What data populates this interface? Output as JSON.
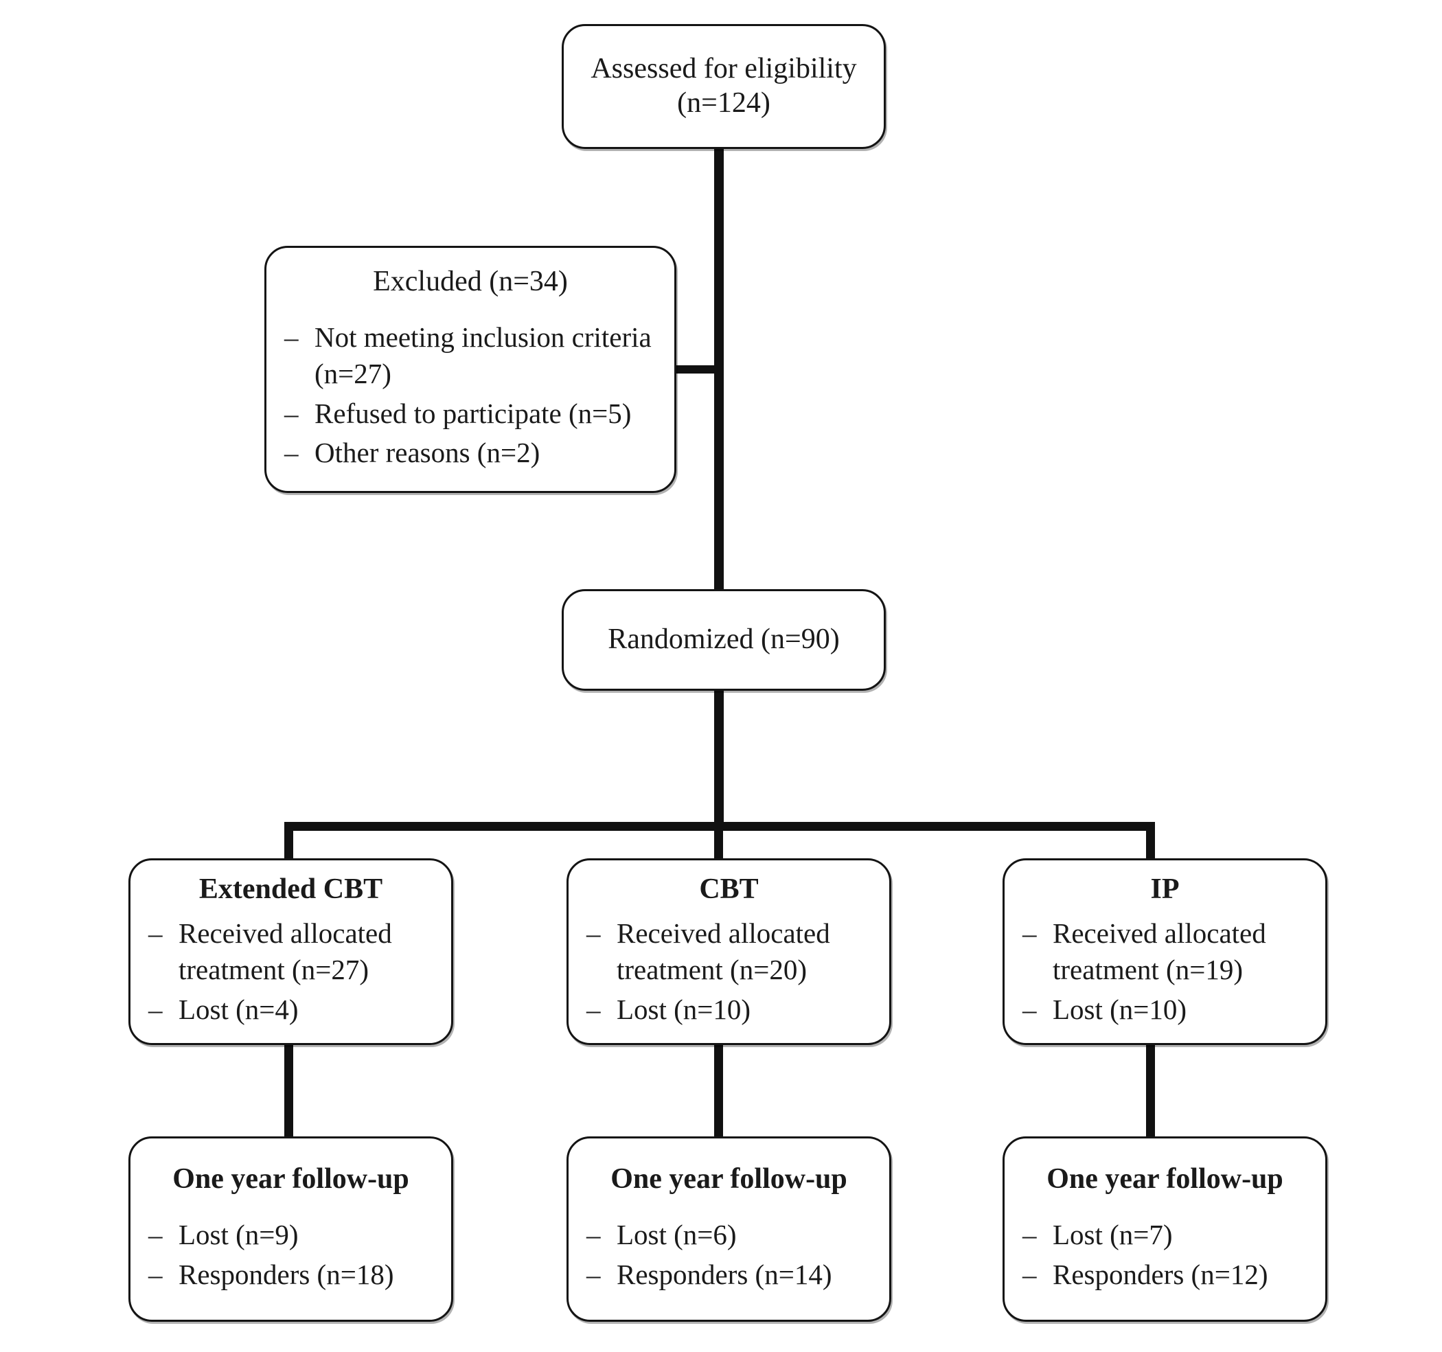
{
  "diagram": {
    "type": "consort-flow-diagram",
    "line_color": "#111111",
    "box_border_color": "#141414",
    "background_color": "#ffffff"
  },
  "nodes": {
    "assessed": {
      "title": "Assessed for eligibility\n(n=124)"
    },
    "excluded": {
      "title": "Excluded (n=34)",
      "items": [
        "Not meeting inclusion criteria (n=27)",
        "Refused to participate (n=5)",
        "Other reasons (n=2)"
      ]
    },
    "randomized": {
      "title": "Randomized (n=90)"
    }
  },
  "arms": [
    {
      "title": "Extended CBT",
      "items": [
        "Received allocated treatment (n=27)",
        "Lost (n=4)"
      ],
      "followup": {
        "title": "One year follow-up",
        "items": [
          "Lost (n=9)",
          "Responders (n=18)"
        ]
      }
    },
    {
      "title": "CBT",
      "items": [
        "Received allocated treatment (n=20)",
        "Lost (n=10)"
      ],
      "followup": {
        "title": "One year follow-up",
        "items": [
          "Lost (n=6)",
          "Responders (n=14)"
        ]
      }
    },
    {
      "title": "IP",
      "items": [
        "Received allocated treatment (n=19)",
        "Lost (n=10)"
      ],
      "followup": {
        "title": "One year follow-up",
        "items": [
          "Lost (n=7)",
          "Responders (n=12)"
        ]
      }
    }
  ],
  "bullet": "–",
  "chart_data": {
    "type": "diagram",
    "title": "CONSORT participant flow",
    "flow": [
      {
        "stage": "Assessed for eligibility",
        "n": 124
      },
      {
        "stage": "Excluded",
        "n": 34,
        "reasons": [
          {
            "label": "Not meeting inclusion criteria",
            "n": 27
          },
          {
            "label": "Refused to participate",
            "n": 5
          },
          {
            "label": "Other reasons",
            "n": 2
          }
        ]
      },
      {
        "stage": "Randomized",
        "n": 90
      },
      {
        "stage": "Extended CBT",
        "received_allocated_treatment": 27,
        "lost": 4,
        "one_year_follow_up": {
          "lost": 9,
          "responders": 18
        }
      },
      {
        "stage": "CBT",
        "received_allocated_treatment": 20,
        "lost": 10,
        "one_year_follow_up": {
          "lost": 6,
          "responders": 14
        }
      },
      {
        "stage": "IP",
        "received_allocated_treatment": 19,
        "lost": 10,
        "one_year_follow_up": {
          "lost": 7,
          "responders": 12
        }
      }
    ]
  }
}
